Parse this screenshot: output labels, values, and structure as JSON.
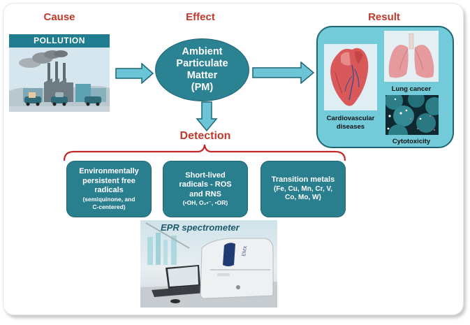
{
  "headings": {
    "cause": "Cause",
    "effect": "Effect",
    "result": "Result",
    "detection": "Detection"
  },
  "cause": {
    "image_label": "POLLUTION",
    "image_icon": "factory-pollution-illustration"
  },
  "effect": {
    "lines": [
      "Ambient",
      "Particulate",
      "Matter",
      "(PM)"
    ]
  },
  "result": {
    "items": [
      {
        "label_lines": [
          "Cardiovascular",
          "diseases"
        ],
        "icon": "heart-illustration"
      },
      {
        "label_lines": [
          "Lung cancer"
        ],
        "icon": "lungs-illustration"
      },
      {
        "label_lines": [
          "Cytotoxicity"
        ],
        "icon": "cells-illustration"
      }
    ]
  },
  "detection": {
    "boxes": [
      {
        "main_lines": [
          "Environmentally",
          "persistent free",
          "radicals"
        ],
        "sub_lines": [
          "(semiquinone, and",
          "C-centered)"
        ]
      },
      {
        "main_lines": [
          "Short-lived",
          "radicals - ROS",
          "and RNS"
        ],
        "sub_lines": [
          "(•OH, O₂•⁻, •OR)"
        ]
      },
      {
        "main_lines": [
          "Transition metals"
        ],
        "sub_lines": [
          "(Fe, Cu, Mn, Cr, V,",
          "Co, Mo, W)"
        ]
      }
    ],
    "instrument_label": "EPR spectrometer",
    "instrument_icon": "epr-spectrometer-photo"
  },
  "colors": {
    "heading_red": "#c0392b",
    "teal_dark": "#2a7f8f",
    "teal_light": "#73cbd9",
    "arrow_fill": "#6cc5d6"
  }
}
